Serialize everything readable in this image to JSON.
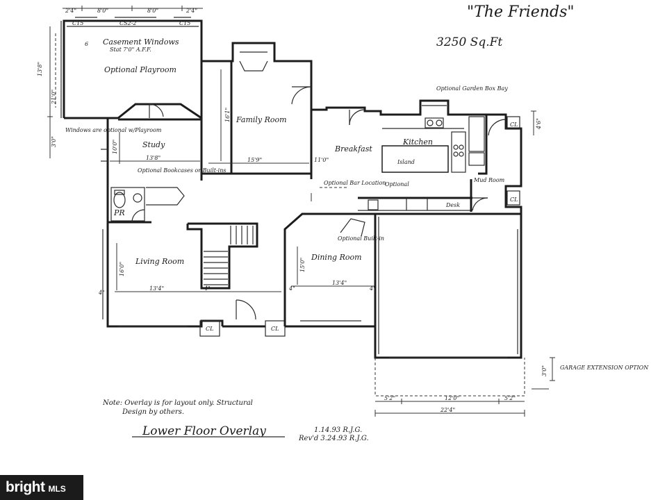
{
  "header": {
    "title": "\"The Friends\"",
    "area": "3250 Sq.Ft"
  },
  "rooms": {
    "playroom": "Optional Playroom",
    "casement": "Casement Windows",
    "casement_note": "Stat 7'0\" A.F.F.",
    "windows_note": "Windows are optional w/Playroom",
    "study": "Study",
    "family_room": "Family Room",
    "breakfast": "Breakfast",
    "kitchen": "Kitchen",
    "island": "Island",
    "garden_bay": "Optional Garden Box Bay",
    "mudroom": "Mud Room",
    "bar": "Optional Bar Location",
    "bar_opt": "Optional",
    "bookcases": "Optional Bookcases or Built-ins",
    "builtin": "Optional Built-in",
    "living_room": "Living Room",
    "dining_room": "Dining Room",
    "garage_ext": "GARAGE EXTENSION OPTION",
    "powder": "PR",
    "desk": "Desk",
    "cl": "CL"
  },
  "dimensions": {
    "d_2_4a": "2'4\"",
    "d_8_0a": "8'0\"",
    "d_8_0b": "8'0\"",
    "d_2_4b": "2'4\"",
    "w_cs2a": "CS2-2",
    "w_c15a": "C15",
    "w_c15b": "C15",
    "w_6": "6",
    "playroom_h1": "13'8\"",
    "playroom_h2": "21'0\"",
    "playroom_h3": "3'0\"",
    "study_w": "13'8\"",
    "study_h": "10'0\"",
    "family_h": "16'1\"",
    "family_w": "15'9\"",
    "breakfast_h": "11'0\"",
    "kitchen_depth": "4'6\"",
    "living_h": "16'0\"",
    "living_w": "13'4\"",
    "dining_h": "15'0\"",
    "dining_w": "13'4\"",
    "garage_ext_h": "3'0\"",
    "garage_w_a": "5'2\"",
    "garage_w_b": "12'0\"",
    "garage_w_c": "5'2\"",
    "garage_total": "22'4\"",
    "four_a": "4\"",
    "four_b": "4\"",
    "four_c": "4\"",
    "four_d": "4\""
  },
  "notes": {
    "overlay_note_1": "Note: Overlay is for layout only. Structural",
    "overlay_note_2": "Design by others.",
    "plan_name": "Lower Floor Overlay",
    "date1": "1.14.93  R.J.G.",
    "date2": "Rev'd 3.24.93  R.J.G."
  },
  "watermark": {
    "brand": "bright",
    "sub": "MLS"
  }
}
